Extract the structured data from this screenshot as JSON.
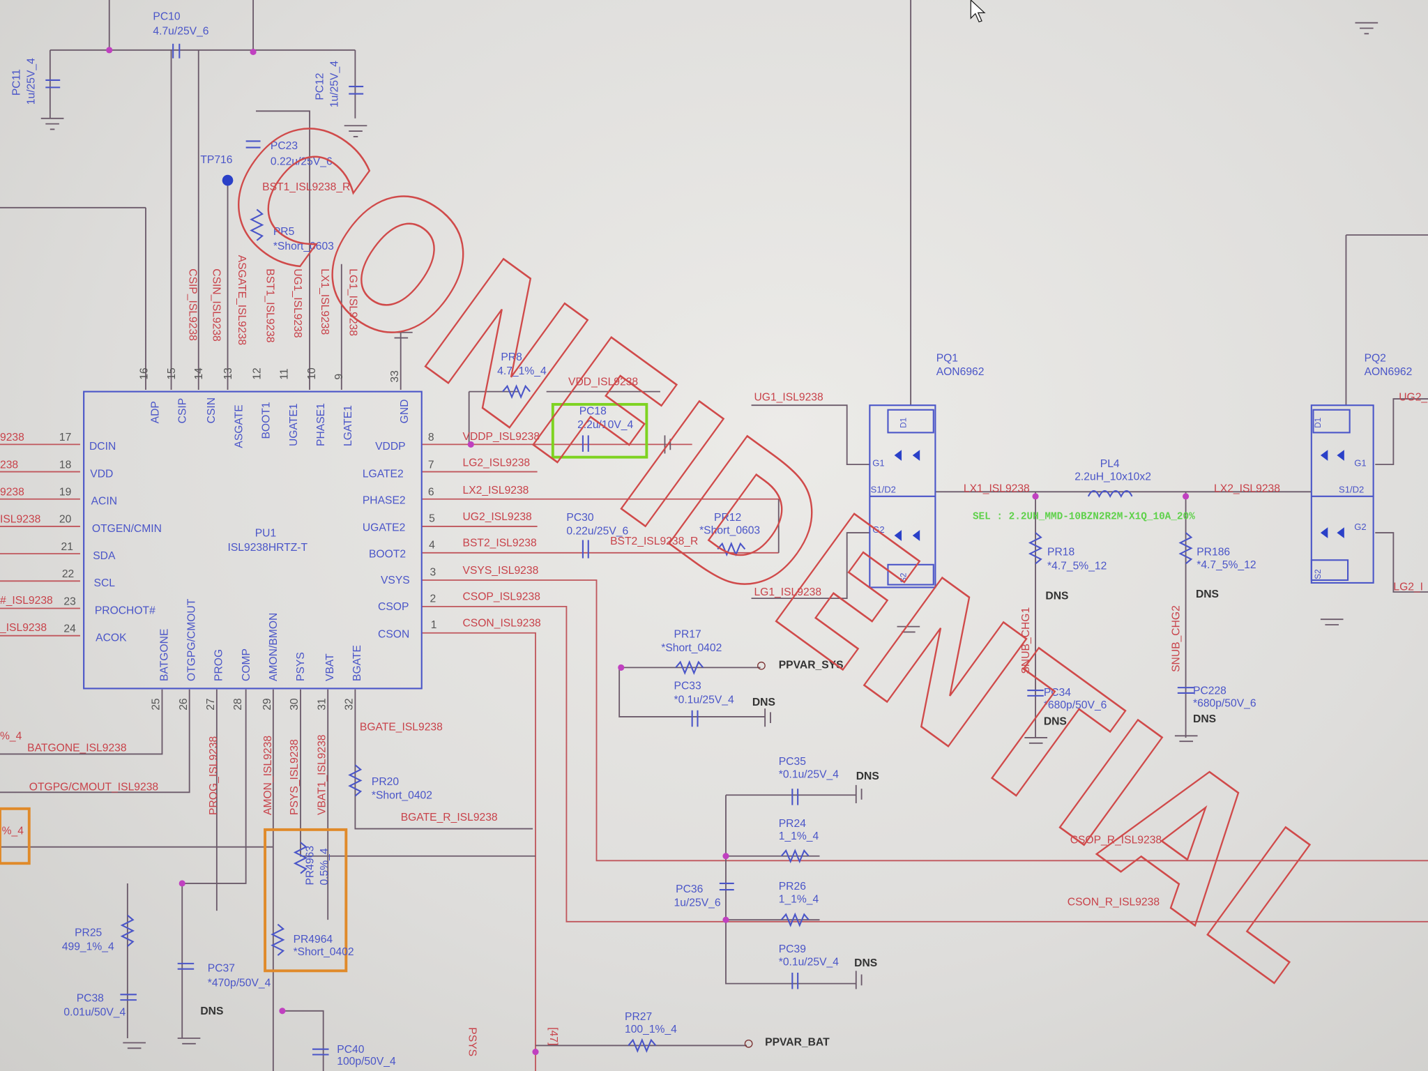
{
  "top": {
    "pc10": {
      "ref": "PC10",
      "value": "4.7u/25V_6"
    },
    "pc11": {
      "ref": "PC11",
      "value": "1u/25V_4"
    },
    "pc12": {
      "ref": "PC12",
      "value": "1u/25V_4"
    },
    "pc23": {
      "ref": "PC23",
      "value": "0.22u/25V_6"
    },
    "tp716": "TP716",
    "bst1_r": "BST1_ISL9238_R",
    "pr5": {
      "ref": "PR5",
      "value": "*Short_0603"
    },
    "vertical_nets": [
      "CSIP_ISL9238",
      "CSIN_ISL9238",
      "ASGATE_ISL9238",
      "BST1_ISL9238",
      "UG1_ISL9238",
      "LX1_ISL9238",
      "LG1_ISL9238"
    ]
  },
  "chip": {
    "ref": "PU1",
    "part": "ISL9238HRTZ-T",
    "top_pins": [
      {
        "num": "16",
        "name": "ADP"
      },
      {
        "num": "15",
        "name": "CSIP"
      },
      {
        "num": "14",
        "name": "CSIN"
      },
      {
        "num": "13",
        "name": "ASGATE"
      },
      {
        "num": "12",
        "name": "BOOT1"
      },
      {
        "num": "11",
        "name": "UGATE1"
      },
      {
        "num": "10",
        "name": "PHASE1"
      },
      {
        "num": "9",
        "name": "LGATE1"
      },
      {
        "num": "33",
        "name": "GND"
      }
    ],
    "left_pins": [
      {
        "num": "17",
        "name": "DCIN",
        "net": "9238"
      },
      {
        "num": "18",
        "name": "VDD",
        "net": "238"
      },
      {
        "num": "19",
        "name": "ACIN",
        "net": "9238"
      },
      {
        "num": "20",
        "name": "OTGEN/CMIN",
        "net": "ISL9238"
      },
      {
        "num": "21",
        "name": "SDA",
        "net": ""
      },
      {
        "num": "22",
        "name": "SCL",
        "net": ""
      },
      {
        "num": "23",
        "name": "PROCHOT#",
        "net": "#_ISL9238"
      },
      {
        "num": "24",
        "name": "ACOK",
        "net": "_ISL9238"
      }
    ],
    "right_pins": [
      {
        "num": "8",
        "name": "VDDP",
        "net": "VDDP_ISL9238"
      },
      {
        "num": "7",
        "name": "LGATE2",
        "net": "LG2_ISL9238"
      },
      {
        "num": "6",
        "name": "PHASE2",
        "net": "LX2_ISL9238"
      },
      {
        "num": "5",
        "name": "UGATE2",
        "net": "UG2_ISL9238"
      },
      {
        "num": "4",
        "name": "BOOT2",
        "net": "BST2_ISL9238"
      },
      {
        "num": "3",
        "name": "VSYS",
        "net": "VSYS_ISL9238"
      },
      {
        "num": "2",
        "name": "CSOP",
        "net": "CSOP_ISL9238"
      },
      {
        "num": "1",
        "name": "CSON",
        "net": "CSON_ISL9238"
      }
    ],
    "bottom_pins": [
      {
        "num": "25",
        "name": "BATGONE"
      },
      {
        "num": "26",
        "name": "OTGPG/CMOUT"
      },
      {
        "num": "27",
        "name": "PROG"
      },
      {
        "num": "28",
        "name": "COMP"
      },
      {
        "num": "29",
        "name": "AMON/BMON"
      },
      {
        "num": "30",
        "name": "PSYS"
      },
      {
        "num": "31",
        "name": "VBAT"
      },
      {
        "num": "32",
        "name": "BGATE"
      }
    ]
  },
  "bottom": {
    "batgone_net": "BATGONE_ISL9238",
    "otgpg_net": "OTGPG/CMOUT_ISL9238",
    "prog_net": "PROG_ISL9238",
    "amon_net": "AMON_ISL9238",
    "psys_net": "PSYS_ISL9238",
    "vbat_net": "VBAT1_ISL9238",
    "bgate_net": "BGATE_ISL9238",
    "bgate_r_net": "BGATE_R_ISL9238",
    "pr20": {
      "ref": "PR20",
      "value": "*Short_0402"
    },
    "pr25": {
      "ref": "PR25",
      "value": "499_1%_4"
    },
    "pc38": {
      "ref": "PC38",
      "value": "0.01u/50V_4"
    },
    "pc37": {
      "ref": "PC37",
      "value": "*470p/50V_4",
      "dns": "DNS"
    },
    "pr4963": {
      "ref": "PR4963",
      "value": "0.5%_4"
    },
    "pr4964": {
      "ref": "PR4964",
      "value": "*Short_0402"
    },
    "pc40": {
      "ref": "PC40",
      "value": "100p/50V_4"
    },
    "psys_port": "PSYS",
    "page_ref": "[47]",
    "pr27": {
      "ref": "PR27",
      "value": "100_1%_4"
    },
    "ppvar_bat": "PPVAR_BAT",
    "left_frag": "%_4",
    "left_frag2": "%_4"
  },
  "middle": {
    "pr8": {
      "ref": "PR8",
      "value": "4.7_1%_4"
    },
    "vdd_net": "VDD_ISL9238",
    "pc18": {
      "ref": "PC18",
      "value": "2.2u/10V_4"
    },
    "pc30": {
      "ref": "PC30",
      "value": "0.22u/25V_6"
    },
    "bst2_r": "BST2_ISL9238_R",
    "pr12": {
      "ref": "PR12",
      "value": "*Short_0603"
    },
    "pr17": {
      "ref": "PR17",
      "value": "*Short_0402"
    },
    "ppvar_sys": "PPVAR_SYS",
    "pc33": {
      "ref": "PC33",
      "value": "*0.1u/25V_4",
      "dns": "DNS"
    },
    "pc35": {
      "ref": "PC35",
      "value": "*0.1u/25V_4",
      "dns": "DNS"
    },
    "pr24": {
      "ref": "PR24",
      "value": "1_1%_4"
    },
    "csop_r": "CSOP_R_ISL9238",
    "pc36": {
      "ref": "PC36",
      "value": "1u/25V_6"
    },
    "pr26": {
      "ref": "PR26",
      "value": "1_1%_4"
    },
    "cson_r": "CSON_R_ISL9238",
    "pc39": {
      "ref": "PC39",
      "value": "*0.1u/25V_4",
      "dns": "DNS"
    },
    "ug1": "UG1_ISL9238",
    "lg1": "LG1_ISL9238"
  },
  "power": {
    "pq1": {
      "ref": "PQ1",
      "part": "AON6962"
    },
    "pq2": {
      "ref": "PQ2",
      "part": "AON6962"
    },
    "mos_pins": {
      "g1": "G1",
      "g2": "G2",
      "s1d2": "S1/D2",
      "d1": "D1",
      "s2": "S2"
    },
    "lx1": "LX1_ISL9238",
    "lx2": "LX2_ISL9238",
    "pl4": {
      "ref": "PL4",
      "value": "2.2uH_10x10x2"
    },
    "sel": "SEL : 2.2UH_MMD-10BZN2R2M-X1Q_10A_20%",
    "pr18": {
      "ref": "PR18",
      "value": "*4.7_5%_12",
      "dns": "DNS"
    },
    "pr186": {
      "ref": "PR186",
      "value": "*4.7_5%_12",
      "dns": "DNS"
    },
    "snub1": "SNUB_CHG1",
    "snub2": "SNUB_CHG2",
    "pc34": {
      "ref": "PC34",
      "value": "*680p/50V_6",
      "dns": "DNS"
    },
    "pc228": {
      "ref": "PC228",
      "value": "*680p/50V_6",
      "dns": "DNS"
    },
    "ug2": "UG2_",
    "lg2": "LG2_I"
  },
  "watermark": "CONFIDENTIAL",
  "colors": {
    "net": "#c8424a",
    "symbol": "#4a55c8",
    "highlight_green": "#7ed321",
    "highlight_orange": "#e08a2a"
  }
}
